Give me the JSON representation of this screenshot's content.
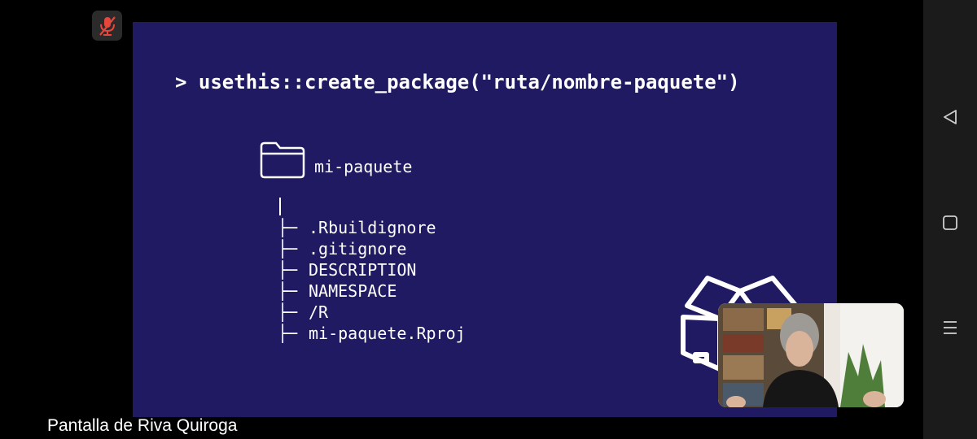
{
  "call": {
    "mic_state": "muted",
    "screen_share_label": "Pantalla de Riva Quiroga"
  },
  "slide": {
    "command": "> usethis::create_package(\"ruta/nombre-paquete\")",
    "folder_name": "mi-paquete",
    "tree_branch": "├─",
    "files": [
      ".Rbuildignore",
      ".gitignore",
      "DESCRIPTION",
      "NAMESPACE",
      "/R",
      "mi-paquete.Rproj"
    ]
  },
  "icons": {
    "mic": "mic-off-icon",
    "folder": "folder-icon",
    "box": "open-box-icon",
    "back": "back-triangle-icon",
    "home": "home-square-icon",
    "recents": "recents-lines-icon"
  },
  "colors": {
    "slide_background": "#1f1a62",
    "mute_red": "#e8453c"
  }
}
